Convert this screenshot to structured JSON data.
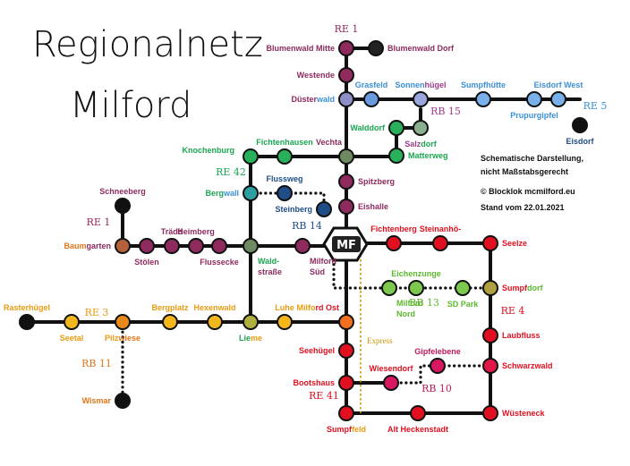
{
  "title": {
    "line1": "Regionalnetz",
    "line2": "Milford"
  },
  "notes": {
    "schematic1": "Schematische Darstellung,",
    "schematic2": "nicht Maßstabsgerecht",
    "copyright": "© Blocklok mcmilford.eu",
    "date": "Stand vom 22.01.2021"
  },
  "hub_label": "MF",
  "express_label": "Express",
  "line_labels": [
    {
      "id": "re1-top",
      "text": "RE 1",
      "color": "#8e2a5e"
    },
    {
      "id": "re5",
      "text": "RE 5",
      "color": "#3b8fd6"
    },
    {
      "id": "rb15",
      "text": "RB 15",
      "color": "#9a3c8a"
    },
    {
      "id": "re42",
      "text": "RE 42",
      "color": "#1aa650"
    },
    {
      "id": "rb14",
      "text": "RB 14",
      "color": "#1f4d86"
    },
    {
      "id": "re1-left",
      "text": "RE 1",
      "color": "#8e2a5e"
    },
    {
      "id": "re3",
      "text": "RE 3",
      "color": "#e89b10"
    },
    {
      "id": "rb11",
      "text": "RB 11",
      "color": "#e0751c"
    },
    {
      "id": "rb13",
      "text": "RB 13",
      "color": "#5cb82e"
    },
    {
      "id": "re4",
      "text": "RE 4",
      "color": "#e01020"
    },
    {
      "id": "rb10",
      "text": "RB 10",
      "color": "#c0185a"
    },
    {
      "id": "re41",
      "text": "RE 41",
      "color": "#e01020"
    }
  ],
  "stations": [
    {
      "id": "blumenwald-mitte",
      "parts": [
        {
          "t": "Blumenwald Mitte",
          "c": "#8e2a5e"
        }
      ],
      "fill": "#8e2a5e"
    },
    {
      "id": "blumenwald-dorf",
      "parts": [
        {
          "t": "Blumenwald Dorf",
          "c": "#8e2a5e"
        }
      ],
      "fill": "#222222"
    },
    {
      "id": "westende",
      "parts": [
        {
          "t": "Westende",
          "c": "#8e2a5e"
        }
      ],
      "fill": "#8e2a5e"
    },
    {
      "id": "duesterwald",
      "parts": [
        {
          "t": "Düster",
          "c": "#8e2a5e"
        },
        {
          "t": "wald",
          "c": "#3b8fd6"
        }
      ],
      "fill": "#8f8fc8"
    },
    {
      "id": "grasfeld",
      "parts": [
        {
          "t": "Grasfeld",
          "c": "#3b8fd6"
        }
      ],
      "fill": "#6a9ae0"
    },
    {
      "id": "sonnenhuegel",
      "parts": [
        {
          "t": "Sonnen",
          "c": "#3b8fd6"
        },
        {
          "t": "hügel",
          "c": "#9a3c8a"
        }
      ],
      "fill": "#9aa6dc"
    },
    {
      "id": "sumpfhuette",
      "parts": [
        {
          "t": "Sumpfhütte",
          "c": "#3b8fd6"
        }
      ],
      "fill": "#7ab0ea"
    },
    {
      "id": "prupurgipfel",
      "parts": [
        {
          "t": "Prupurgipfel",
          "c": "#3b8fd6"
        }
      ],
      "fill": "#7ab0ea"
    },
    {
      "id": "eisdorf-west",
      "parts": [
        {
          "t": "Eisdorf West",
          "c": "#3b8fd6"
        }
      ],
      "fill": "#7ab0ea"
    },
    {
      "id": "eisdorf",
      "parts": [
        {
          "t": "Eisdorf",
          "c": "#1f4d86"
        }
      ],
      "fill": "#111111"
    },
    {
      "id": "walddorf",
      "parts": [
        {
          "t": "Walddorf",
          "c": "#1aa650"
        }
      ],
      "fill": "#28b05a"
    },
    {
      "id": "salzdorf",
      "parts": [
        {
          "t": "Salz",
          "c": "#9a3c8a"
        },
        {
          "t": "dorf",
          "c": "#1aa650"
        }
      ],
      "fill": "#8bb090"
    },
    {
      "id": "matterweg",
      "parts": [
        {
          "t": "Matterweg",
          "c": "#1aa650"
        }
      ],
      "fill": "#28b05a"
    },
    {
      "id": "knochenburg",
      "parts": [
        {
          "t": "Knochenburg",
          "c": "#1aa650"
        }
      ],
      "fill": "#28b05a"
    },
    {
      "id": "fichtenhausen",
      "parts": [
        {
          "t": "Fichtenhausen",
          "c": "#1aa650"
        }
      ],
      "fill": "#28b05a"
    },
    {
      "id": "vechta",
      "parts": [
        {
          "t": "Vechta",
          "c": "#8e2a5e"
        }
      ],
      "fill": "#6f8a60"
    },
    {
      "id": "spitzberg",
      "parts": [
        {
          "t": "Spitzberg",
          "c": "#8e2a5e"
        }
      ],
      "fill": "#8e2a5e"
    },
    {
      "id": "eishalle",
      "parts": [
        {
          "t": "Eishalle",
          "c": "#8e2a5e"
        }
      ],
      "fill": "#8e2a5e"
    },
    {
      "id": "bergwall",
      "parts": [
        {
          "t": "Berg",
          "c": "#1aa650"
        },
        {
          "t": "wall",
          "c": "#3b8fd6"
        }
      ],
      "fill": "#2e9fa0"
    },
    {
      "id": "flussweg",
      "parts": [
        {
          "t": "Flussweg",
          "c": "#1f4d86"
        }
      ],
      "fill": "#1f4d86"
    },
    {
      "id": "steinberg",
      "parts": [
        {
          "t": "Steinberg",
          "c": "#1f4d86"
        }
      ],
      "fill": "#1f4d86"
    },
    {
      "id": "schneeberg",
      "parts": [
        {
          "t": "Schneeberg",
          "c": "#8e2a5e"
        }
      ],
      "fill": "#111111"
    },
    {
      "id": "baumgarten",
      "parts": [
        {
          "t": "Baum",
          "c": "#e0751c"
        },
        {
          "t": "garten",
          "c": "#8e2a5e"
        }
      ],
      "fill": "#b4603a"
    },
    {
      "id": "stoelen",
      "parts": [
        {
          "t": "Stölen",
          "c": "#8e2a5e"
        }
      ],
      "fill": "#8e2a5e"
    },
    {
      "id": "traedoe",
      "parts": [
        {
          "t": "Trädö",
          "c": "#8e2a5e"
        }
      ],
      "fill": "#8e2a5e"
    },
    {
      "id": "heimberg",
      "parts": [
        {
          "t": "Heimberg",
          "c": "#8e2a5e"
        }
      ],
      "fill": "#8e2a5e"
    },
    {
      "id": "flussecke",
      "parts": [
        {
          "t": "Flussecke",
          "c": "#8e2a5e"
        }
      ],
      "fill": "#8e2a5e"
    },
    {
      "id": "waldstrasse",
      "parts": [
        {
          "t": "Wald-",
          "c": "#1aa650"
        },
        {
          "t": "straße",
          "c": "#8e2a5e"
        }
      ],
      "fill": "#6f8a60"
    },
    {
      "id": "milford-sued",
      "parts": [
        {
          "t": "Milford",
          "c": "#8e2a5e"
        },
        {
          "t": "Süd",
          "c": "#8e2a5e"
        }
      ],
      "fill": "#8e2a5e"
    },
    {
      "id": "fichtenberg",
      "parts": [
        {
          "t": "Fichtenberg",
          "c": "#e01020"
        }
      ],
      "fill": "#e01020"
    },
    {
      "id": "steinanhoe",
      "parts": [
        {
          "t": "Steinanhö-",
          "c": "#e01020"
        }
      ],
      "fill": "#e01020"
    },
    {
      "id": "seelze",
      "parts": [
        {
          "t": "Seelze",
          "c": "#e01020"
        }
      ],
      "fill": "#e01020"
    },
    {
      "id": "milford-nord",
      "parts": [
        {
          "t": "Milford",
          "c": "#5cb82e"
        },
        {
          "t": "Nord",
          "c": "#5cb82e"
        }
      ],
      "fill": "#7cc84e"
    },
    {
      "id": "eichenzunge",
      "parts": [
        {
          "t": "Eichenzunge",
          "c": "#5cb82e"
        }
      ],
      "fill": "#7cc84e"
    },
    {
      "id": "sd-park",
      "parts": [
        {
          "t": "SD Park",
          "c": "#5cb82e"
        }
      ],
      "fill": "#7cc84e"
    },
    {
      "id": "sumpfdorf",
      "parts": [
        {
          "t": "Sumpf",
          "c": "#e01020"
        },
        {
          "t": "dorf",
          "c": "#5cb82e"
        }
      ],
      "fill": "#b0a040"
    },
    {
      "id": "rasterhuegel",
      "parts": [
        {
          "t": "Rasterhügel",
          "c": "#e89b10"
        }
      ],
      "fill": "#111111"
    },
    {
      "id": "seetal",
      "parts": [
        {
          "t": "Seetal",
          "c": "#e89b10"
        }
      ],
      "fill": "#f3b71c"
    },
    {
      "id": "pilzwiese",
      "parts": [
        {
          "t": "Pilz",
          "c": "#e89b10"
        },
        {
          "t": "wiese",
          "c": "#e0751c"
        }
      ],
      "fill": "#e8891c"
    },
    {
      "id": "bergplatz",
      "parts": [
        {
          "t": "Bergplatz",
          "c": "#e89b10"
        }
      ],
      "fill": "#f3b71c"
    },
    {
      "id": "hexenwald",
      "parts": [
        {
          "t": "Hexenwald",
          "c": "#e89b10"
        }
      ],
      "fill": "#f3b71c"
    },
    {
      "id": "lieme",
      "parts": [
        {
          "t": "Lie",
          "c": "#1aa650"
        },
        {
          "t": "me",
          "c": "#e89b10"
        }
      ],
      "fill": "#b0b040"
    },
    {
      "id": "luhe",
      "parts": [
        {
          "t": "Luhe",
          "c": "#e89b10"
        }
      ],
      "fill": "#f3b71c"
    },
    {
      "id": "milford-ost",
      "parts": [
        {
          "t": "Milfo",
          "c": "#e89b10"
        },
        {
          "t": "rd Ost",
          "c": "#e01020"
        }
      ],
      "fill": "#f07020"
    },
    {
      "id": "wismar",
      "parts": [
        {
          "t": "Wismar",
          "c": "#e0751c"
        }
      ],
      "fill": "#111111"
    },
    {
      "id": "seehuegel",
      "parts": [
        {
          "t": "Seehügel",
          "c": "#e01020"
        }
      ],
      "fill": "#e01020"
    },
    {
      "id": "bootshaus",
      "parts": [
        {
          "t": "Bootshaus",
          "c": "#e01020"
        }
      ],
      "fill": "#e01020"
    },
    {
      "id": "wiesendorf",
      "parts": [
        {
          "t": "Wiesendorf",
          "c": "#e01020"
        }
      ],
      "fill": "#d81860"
    },
    {
      "id": "gipfelebene",
      "parts": [
        {
          "t": "Gipfelebene",
          "c": "#c0185a"
        }
      ],
      "fill": "#d81860"
    },
    {
      "id": "laubfluss",
      "parts": [
        {
          "t": "Laubfluss",
          "c": "#e01020"
        }
      ],
      "fill": "#e01020"
    },
    {
      "id": "schwarzwald",
      "parts": [
        {
          "t": "Schwarzwald",
          "c": "#e01020"
        }
      ],
      "fill": "#e01848"
    },
    {
      "id": "sumpffeld",
      "parts": [
        {
          "t": "Sumpf",
          "c": "#e01020"
        },
        {
          "t": "feld",
          "c": "#e89b10"
        }
      ],
      "fill": "#e01020"
    },
    {
      "id": "alt-heckenstadt",
      "parts": [
        {
          "t": "Alt Heckenstadt",
          "c": "#e01020"
        }
      ],
      "fill": "#e01020"
    },
    {
      "id": "wuesteneck",
      "parts": [
        {
          "t": "Wüsteneck",
          "c": "#e01020"
        }
      ],
      "fill": "#e01020"
    }
  ]
}
